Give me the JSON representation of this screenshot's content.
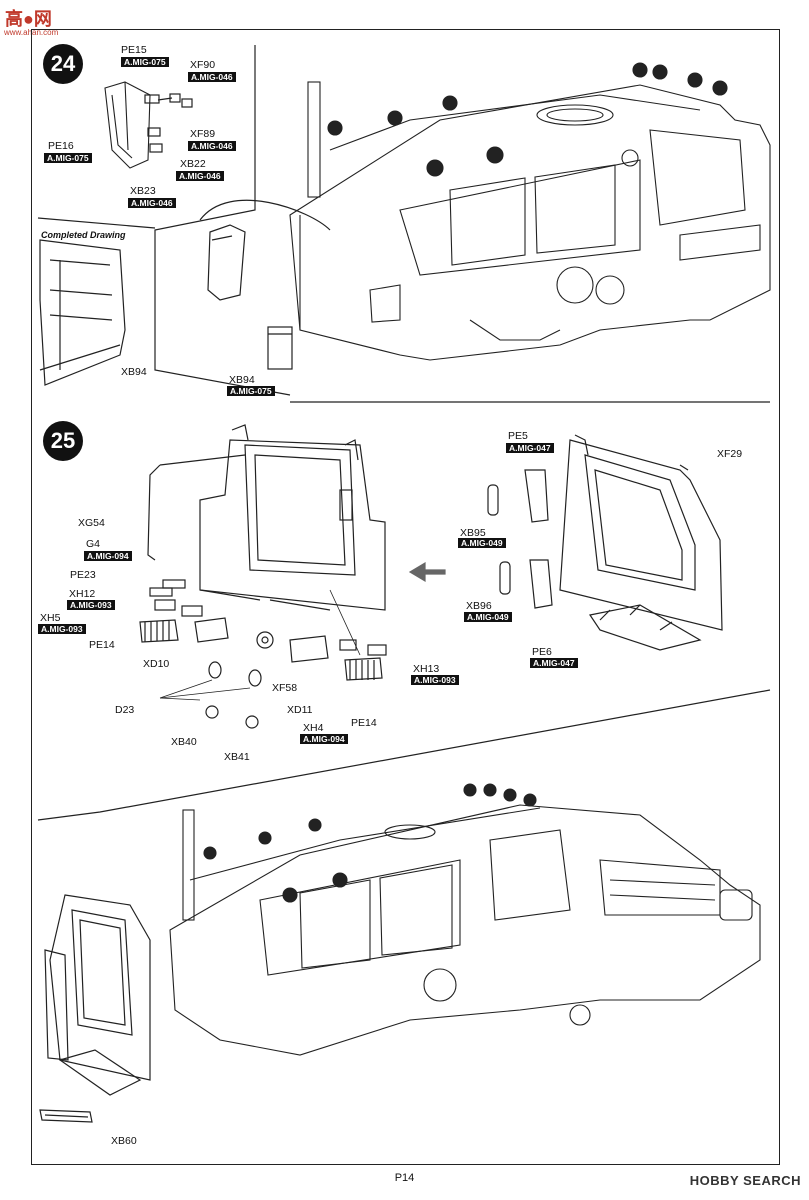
{
  "watermark": {
    "top": "高●网",
    "sub": "www.ahan.com"
  },
  "page_number": "P14",
  "brand": "HOBBY SEARCH",
  "step24": {
    "number": "24",
    "completed_drawing": "Completed Drawing",
    "labels": {
      "pe15": "PE15",
      "pe15_code": "A.MIG-075",
      "xf90": "XF90",
      "xf90_code": "A.MIG-046",
      "pe16": "PE16",
      "pe16_code": "A.MIG-075",
      "xf89": "XF89",
      "xf89_code": "A.MIG-046",
      "xb22": "XB22",
      "xb22_code": "A.MIG-046",
      "xb23": "XB23",
      "xb23_code": "A.MIG-046",
      "xb94_left": "XB94",
      "xb94": "XB94",
      "xb94_code": "A.MIG-075"
    }
  },
  "step25": {
    "number": "25",
    "labels": {
      "pe5": "PE5",
      "pe5_code": "A.MIG-047",
      "xf29": "XF29",
      "xg54": "XG54",
      "g4": "G4",
      "g4_code": "A.MIG-094",
      "pe23": "PE23",
      "xh12": "XH12",
      "xh12_code": "A.MIG-093",
      "xh5": "XH5",
      "xh5_code": "A.MIG-093",
      "pe14_left": "PE14",
      "xd10": "XD10",
      "xb95": "XB95",
      "xb95_code": "A.MIG-049",
      "xb96": "XB96",
      "xb96_code": "A.MIG-049",
      "pe6": "PE6",
      "pe6_code": "A.MIG-047",
      "xh13": "XH13",
      "xh13_code": "A.MIG-093",
      "xf58": "XF58",
      "d23": "D23",
      "xd11": "XD11",
      "xh4": "XH4",
      "xh4_code": "A.MIG-094",
      "pe14_right": "PE14",
      "xb40": "XB40",
      "xb41": "XB41",
      "xb60": "XB60"
    }
  }
}
